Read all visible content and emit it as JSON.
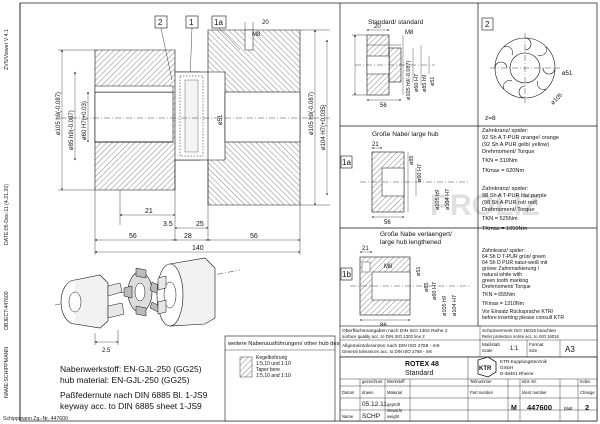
{
  "sidebar": {
    "zvs": "ZVS/Viewer V 4.1",
    "date": "DATE:05-Dec-11 (4.21.20)",
    "object": "OBJECT:447600",
    "name": "NAME:SCHIPPMANN",
    "footer": "Schippmann Zg.-Nr. 447600"
  },
  "balloons": {
    "main_2": "2",
    "main_1": "1",
    "main_1a": "1a",
    "side_2": "2",
    "side_1a": "1a",
    "side_1b": "1b"
  },
  "main_dims": {
    "d105": "ø105 h9(-0.087)",
    "d85": "ø85 h9(-0.087)",
    "d60": "ø60 H7(+0.03)",
    "d105r": "ø105 h9(-0.087)",
    "d104": "ø104 H7(+0.035)",
    "d51": "ø51",
    "m8": "M8",
    "len_56a": "56",
    "len_21": "21",
    "len_35": "3.5",
    "len_28": "28",
    "len_25": "25",
    "len_56b": "56",
    "len_20": "20",
    "len_140": "140"
  },
  "standard_hub": {
    "title": "Standard/ standard",
    "d105": "ø105 h9(-0.087)",
    "d60": "ø60 H7",
    "d85": "ø85 h9",
    "d51": "ø51",
    "len_20": "20",
    "len_56": "56",
    "m8": "M8"
  },
  "spider_view": {
    "d51": "ø51",
    "d105": "ø105",
    "z": "z=8"
  },
  "large_hub": {
    "title_de": "Große Nabe/ large hub",
    "d85": "ø85",
    "d60": "ø60 H7",
    "d105": "ø105 h9",
    "d104": "ø104 H7",
    "len_21": "21",
    "len_56": "56"
  },
  "large_hub_ext": {
    "title_de": "Große Nabe verlaengert/",
    "title_en": "large hub lengthened",
    "d51": "ø51",
    "d85": "ø85",
    "d60": "ø60 H7",
    "d105": "ø105 h9",
    "d104": "ø104 H7",
    "len_21": "21",
    "len_86": "86",
    "m8": "M8"
  },
  "spider_notes": [
    {
      "lines": [
        "Zahnkranz/ spider:",
        "92 Sh A T-PUR orange/ orange",
        "(92 Sh A PUR gelb/ yellow)",
        "Drehmoment/ Torque",
        "TKN = 310Nm",
        "TKmax = 620Nm"
      ]
    },
    {
      "lines": [
        "Zahnkranz/ spider:",
        "98 Sh A T-PUR lila/ purple",
        "(98 Sh A PUR rot/ red)",
        "Drehmoment/ Torque",
        "TKN = 525Nm",
        "TKmax = 1050Nm"
      ]
    },
    {
      "lines": [
        "Zahnkranz/ spider:",
        "64 Sh D T-PUR grün/ green",
        "64 Sh D PUR natur-weiß mit",
        "grüner Zahnmarkierung /",
        "natural white with",
        "green tooth marking",
        "Drehmoment/ Torque",
        "TKN = 655Nm",
        "TKmax = 1310Nm",
        "Vor Einsatz Rücksprache KTR/",
        "before inserting please consult KTR"
      ]
    }
  ],
  "iso_view": {
    "dim_25": "2.5"
  },
  "material_text": {
    "line1": "Nabenwerkstoff: EN-GJL-250 (GG25)",
    "line2": "hub material: EN-GJL-250 (GG25)",
    "line3": "Paßfedernute nach DIN 6885 Bl. 1-JS9",
    "line4": "keyway acc. to DIN 6885 sheet 1-JS9"
  },
  "other_hub_box": {
    "title": "weitere Nabenausführungen/ other hub designs",
    "small1": "Kegelbohrung",
    "small2": "1:5,10 und 1:10",
    "small3": "Taper bore",
    "small4": "1:5,10 and 1:10"
  },
  "notes_table": {
    "r1": "Oberflächenangaben nach DIN ISO 1302 Reihe 2",
    "r1b": "surface quality acc. to DIN ISO 1302 line 2",
    "r2": "Allgemeintoleranzen nach DIN ISO 2768 - mK",
    "r2b": "General tolerances acc. to DIN ISO 2768 - mK",
    "right1": "Schutzvermerk ISO 16016 beachten",
    "right1b": "Refer protection notice acc. to ISO 16016",
    "scale_label": "Maßstab",
    "scale_label_en": "Scale",
    "scale_val": "1:1",
    "format_label": "Format",
    "format_label_en": "Size",
    "format_val": "A3",
    "weight": "Gewicht/ weight"
  },
  "title_block": {
    "product": "ROTEX 48",
    "variant": "Standard",
    "company1": "KTR-Kupplungstechnik",
    "company2": "GmbH",
    "company3": "D-48401 Rheine",
    "logo": "KTR",
    "col_created": "gezeichnet",
    "col_created_en": "drawn",
    "col_material": "Werkstoff",
    "col_material_en": "Material",
    "col_partnr": "Teilnummer",
    "col_partnr_en": "Part number",
    "col_drawnr": "Idnt.-Nr.",
    "col_drawnr_en": "Ident number",
    "col_index": "Index",
    "col_index_en": "Change",
    "date": "05.12.11",
    "name": "SCHP",
    "size_letter": "M",
    "drawing_number": "447600",
    "index": "2",
    "sheet_label": "Blatt",
    "sheet_label_en": "sheet",
    "weight_label": "Gewicht",
    "weight_label_en": "weight",
    "name_label": "Name",
    "date_label": "Datum",
    "date_label_en": "date",
    "checked": "geprüft",
    "checked_en": "checked"
  },
  "watermark": "PROLIZ"
}
